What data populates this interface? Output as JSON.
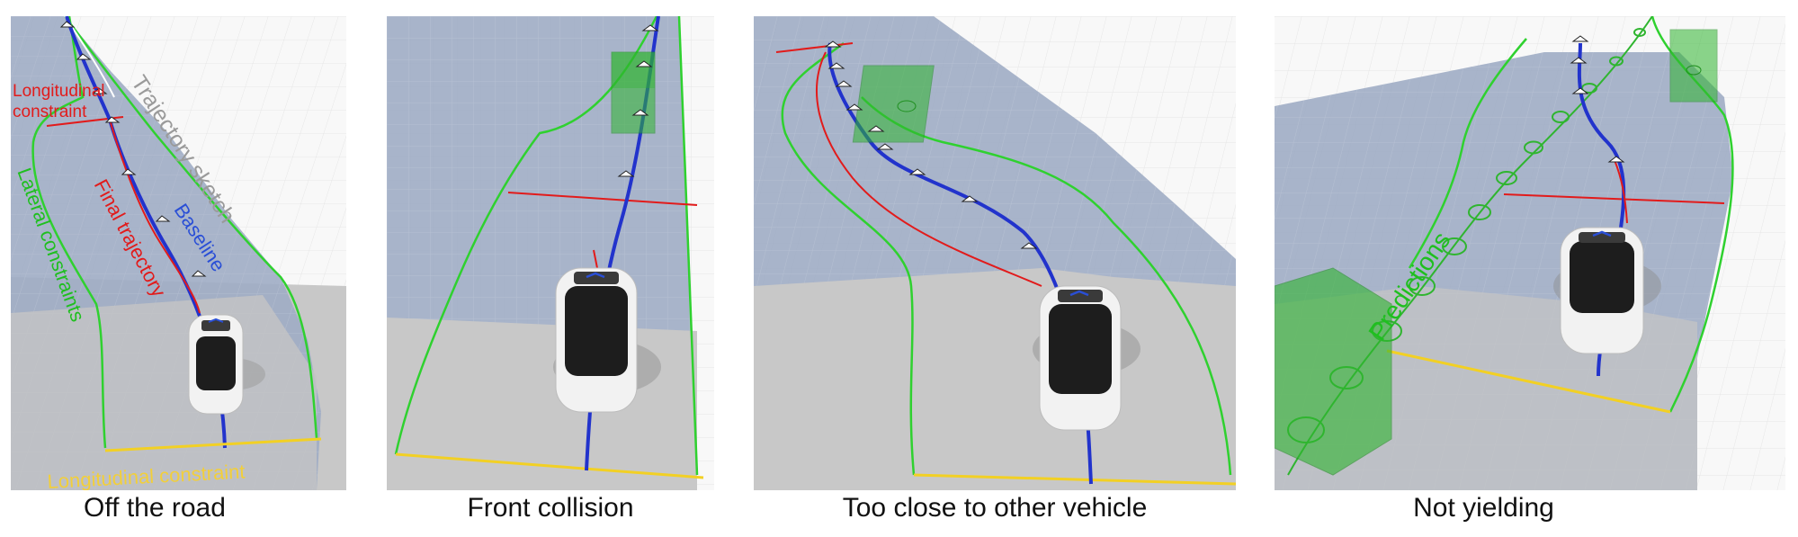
{
  "panels": [
    {
      "caption": "Off the road",
      "labels": {
        "longitudinal_constraint_top": "Longitudinal constraint",
        "trajectory_sketch": "Trajectory sketch",
        "baseline": "Baseline",
        "final_trajectory": "Final trajectory",
        "lateral_constraints": "Lateral constraints",
        "longitudinal_constraint_bottom": "Longitudinal constraint"
      }
    },
    {
      "caption": "Front collision"
    },
    {
      "caption": "Too close to other vehicle"
    },
    {
      "caption": "Not yielding",
      "labels": {
        "predictions": "Predictions"
      }
    }
  ],
  "colors": {
    "road": "#9eacc4",
    "ground": "#c9c9c9",
    "grid": "#e8e8e8",
    "lateral_constraint": "#2fd12f",
    "longitudinal_constraint": "#f2d024",
    "final_trajectory": "#e21b1b",
    "baseline": "#2233cc",
    "obstacle": "#2fb52f"
  }
}
